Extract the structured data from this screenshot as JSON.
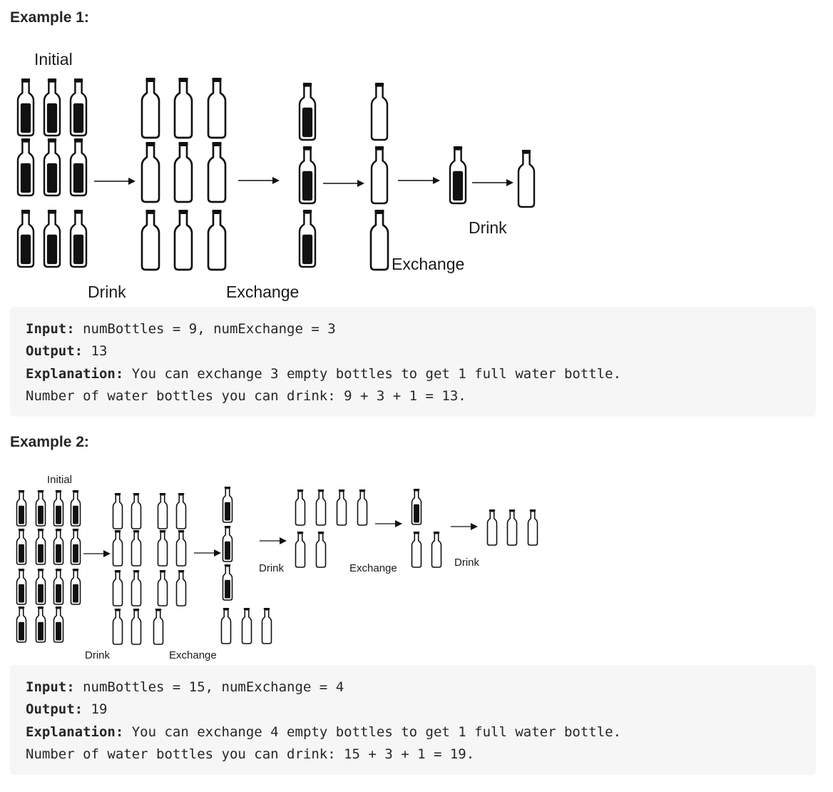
{
  "example1": {
    "heading": "Example 1:",
    "figure": {
      "initial_label": "Initial",
      "drink_label_1": "Drink",
      "exchange_label_1": "Exchange",
      "exchange_label_2": "Exchange",
      "drink_label_2": "Drink"
    },
    "input_key": "Input:",
    "input_value": " numBottles = 9, numExchange = 3",
    "output_key": "Output:",
    "output_value": " 13",
    "explanation_key": "Explanation:",
    "explanation_value": " You can exchange 3 empty bottles to get 1 full water bottle.",
    "explanation_line2": "Number of water bottles you can drink: 9 + 3 + 1 = 13."
  },
  "example2": {
    "heading": "Example 2:",
    "figure": {
      "initial_label": "Initial",
      "drink_label_1": "Drink",
      "exchange_label_1": "Exchange",
      "drink_label_2": "Drink",
      "exchange_label_2": "Exchange",
      "drink_label_3": "Drink"
    },
    "input_key": "Input:",
    "input_value": " numBottles = 15, numExchange = 4",
    "output_key": "Output:",
    "output_value": " 19",
    "explanation_key": "Explanation:",
    "explanation_value": " You can exchange 4 empty bottles to get 1 full water bottle.",
    "explanation_line2": "Number of water bottles you can drink: 15 + 3 + 1 = 19."
  }
}
